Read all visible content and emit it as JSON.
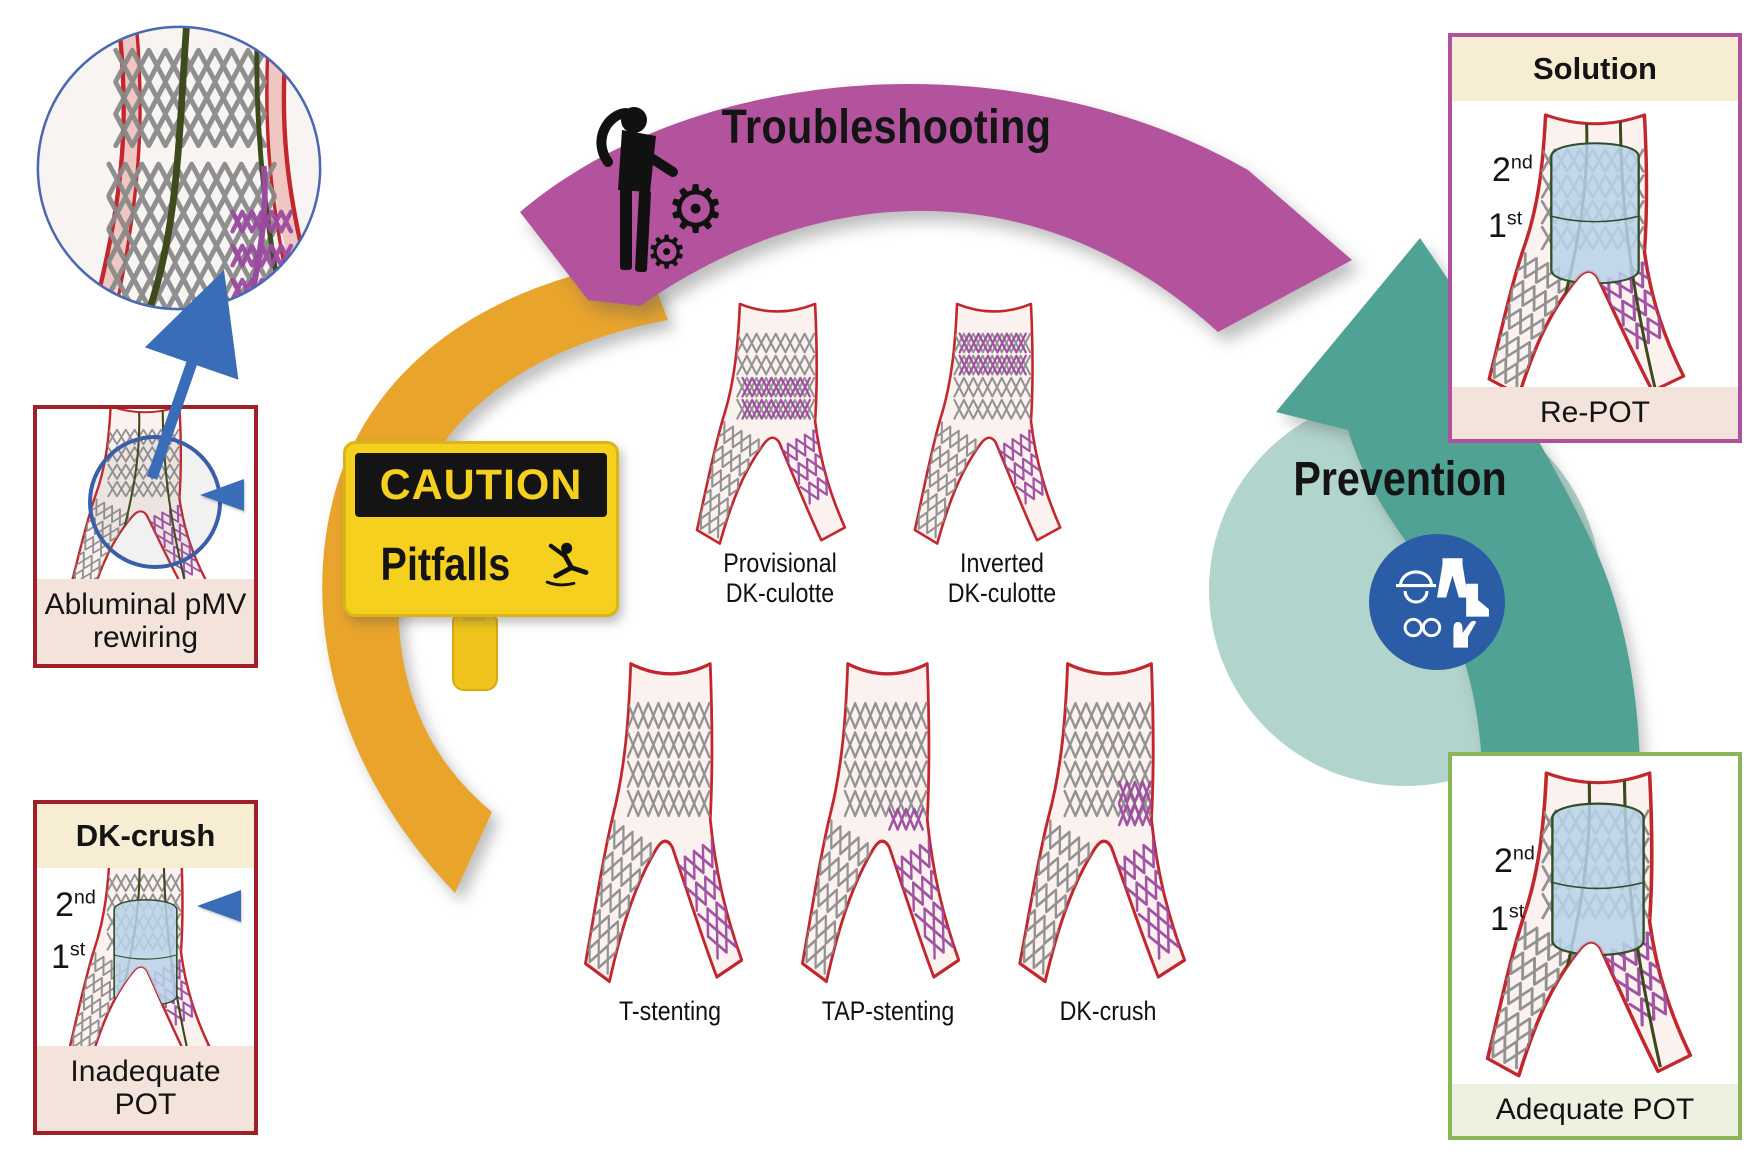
{
  "figure": {
    "description": "Coronary bifurcation two-stent techniques: pitfalls, troubleshooting and prevention schematic"
  },
  "colors": {
    "purple_banner": "#b3539e",
    "orange_arc": "#e9a42c",
    "teal_band": "#4fa294",
    "teal_light": "#a9cfc7",
    "blue": "#2b5ca6",
    "arrow_blue": "#3a6db8",
    "caution_yellow": "#f6d01f",
    "ink": "#141414",
    "red_border": "#a02028",
    "purple_border": "#b0519e",
    "green_border": "#8cb458",
    "vessel_red": "#c1272d",
    "vessel_fill": "#fbf1ee",
    "stent_gray": "#8d8d8d",
    "stent_purple": "#9c4aa0",
    "wire_green": "#3c4a1c",
    "balloon_blue": "#b7d3e9",
    "header_cream": "#f6edd2",
    "caption_beige": "#f3e3da",
    "caption_green": "#eef1e0"
  },
  "troubleshooting": {
    "label": "Troubleshooting"
  },
  "caution": {
    "title": "CAUTION",
    "subtitle": "Pitfalls"
  },
  "prevention": {
    "label": "Prevention"
  },
  "stages": {
    "second": {
      "n": "2",
      "s": "nd"
    },
    "first": {
      "n": "1",
      "s": "st"
    }
  },
  "panels": {
    "abluminal": {
      "caption": "Abluminal pMV\nrewiring"
    },
    "dk_crush": {
      "title": "DK-crush",
      "caption": "Inadequate POT"
    },
    "solution": {
      "title": "Solution",
      "caption": "Re-POT"
    },
    "adequate": {
      "caption": "Adequate POT"
    }
  },
  "techniques": [
    {
      "label": "Provisional\nDK-culotte"
    },
    {
      "label": "Inverted\nDK-culotte"
    },
    {
      "label": "T-stenting"
    },
    {
      "label": "TAP-stenting"
    },
    {
      "label": "DK-crush"
    }
  ],
  "icons": {
    "troubleshooting_person": "person-scratching-head-silhouette",
    "gear": "⚙",
    "caution_slipping_person": "slipping-person-silhouette",
    "ppe_circle_icons": [
      "hard-hat",
      "coveralls",
      "boot",
      "goggles",
      "glove"
    ],
    "inset": "magnified-stent-detail",
    "pointer_arrowhead": "left-pointing-triangle",
    "inset_arrow": "up-right-arrow"
  }
}
